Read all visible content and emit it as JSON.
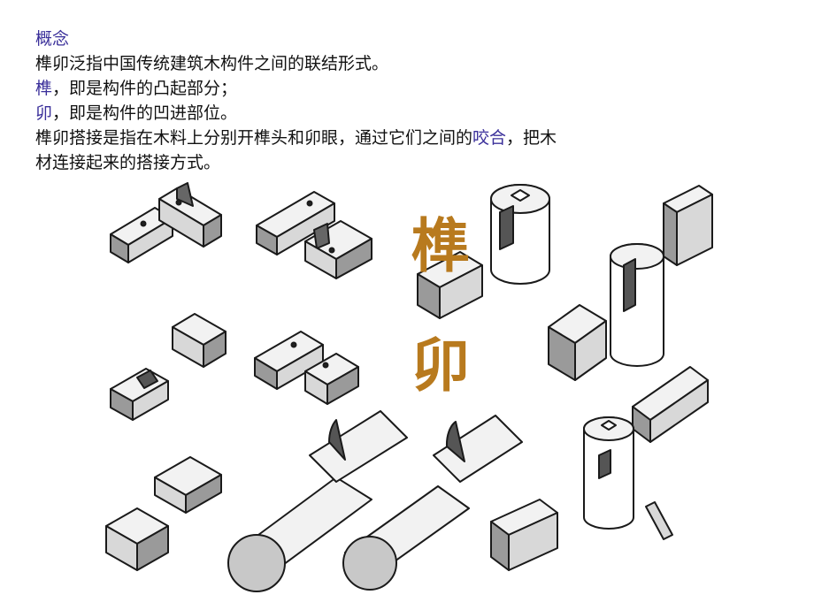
{
  "heading": "概念",
  "lines": {
    "l1": "榫卯泛指中国传统建筑木构件之间的联结形式。",
    "l2_hl": "榫",
    "l2_rest": "，即是构件的凸起部分；",
    "l3_hl": "卯",
    "l3_rest": "，即是构件的凹进部位。",
    "l4_a": "榫卯搭接是指在木料上分别开榫头和卯眼，通过它们之间的",
    "l4_hl": "咬合",
    "l4_b": "，把木",
    "l5": "材连接起来的搭接方式。"
  },
  "illustration": {
    "char_top": "榫",
    "char_bottom": "卯"
  },
  "colors": {
    "highlight": "#3a2f9a",
    "calligraphy": "#b87a1e"
  }
}
